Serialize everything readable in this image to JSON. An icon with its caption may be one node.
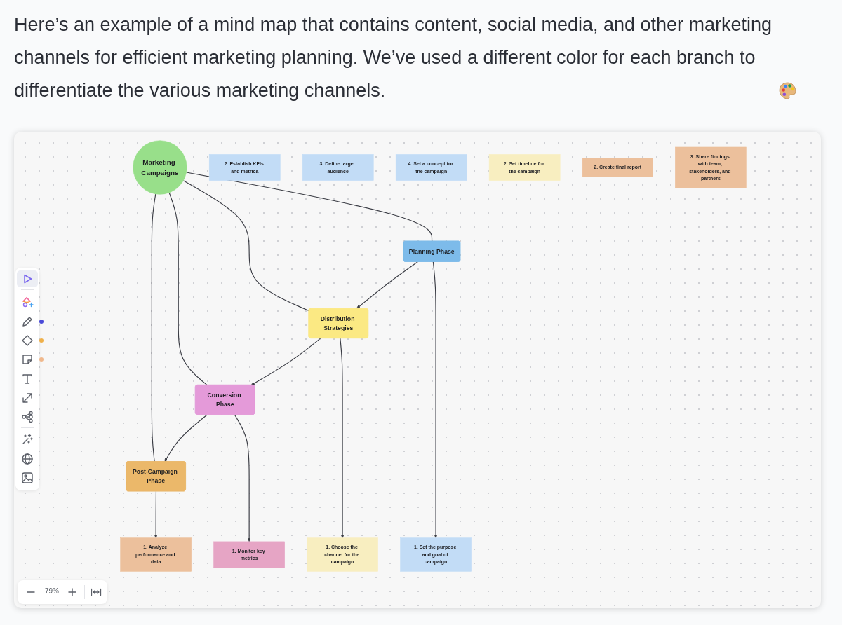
{
  "diagram": {
    "caption": "Here’s an example of a mind map that contains content, social media, and other marketing channels for efficient marketing planning. We’ve used a different color for each branch to differentiate the various marketing channels.",
    "nodes": [
      {
        "text": [
          "Marketing Campaigns"
        ]
      },
      {
        "text": [
          "Planning Phase"
        ]
      },
      {
        "text": [
          "Distribution Strategies"
        ]
      },
      {
        "text": [
          "Conversion Phase"
        ]
      },
      {
        "text": [
          "Post-Campaign Phase"
        ]
      },
      {
        "text": [
          "1. Set the purpose and goal of campaign"
        ]
      },
      {
        "text": [
          "2. Establish KPIs and metrica"
        ]
      },
      {
        "text": [
          "3. Define target audience"
        ]
      },
      {
        "text": [
          "4. Set a concept for the campaign"
        ]
      },
      {
        "text": [
          "1. Choose the channel for the campaign"
        ]
      },
      {
        "text": [
          "2. Set timeline for the campaign"
        ]
      },
      {
        "text": [
          "1. Monitor key metrics"
        ]
      },
      {
        "text": [
          "1. Analyze performance and data"
        ]
      },
      {
        "text": [
          "2. Create final report"
        ]
      },
      {
        "text": [
          "3. Share findings with team, stakeholders, and partners"
        ]
      }
    ],
    "edges": [
      {
        "from": 0,
        "to": 1,
        "arrow": "none"
      },
      {
        "from": 0,
        "to": 2,
        "arrow": "none"
      },
      {
        "from": 0,
        "to": 3,
        "arrow": "none"
      },
      {
        "from": 0,
        "to": 4,
        "arrow": "none"
      },
      {
        "from": 1,
        "to": 2,
        "arrow": "to"
      },
      {
        "from": 2,
        "to": 3,
        "arrow": "to"
      },
      {
        "from": 3,
        "to": 4,
        "arrow": "to"
      },
      {
        "from": 1,
        "to": 5,
        "arrow": "to"
      },
      {
        "from": 2,
        "to": 9,
        "arrow": "to"
      },
      {
        "from": 3,
        "to": 11,
        "arrow": "to"
      },
      {
        "from": 4,
        "to": 12,
        "arrow": "to"
      }
    ],
    "labels": [
      "79%"
    ]
  }
}
